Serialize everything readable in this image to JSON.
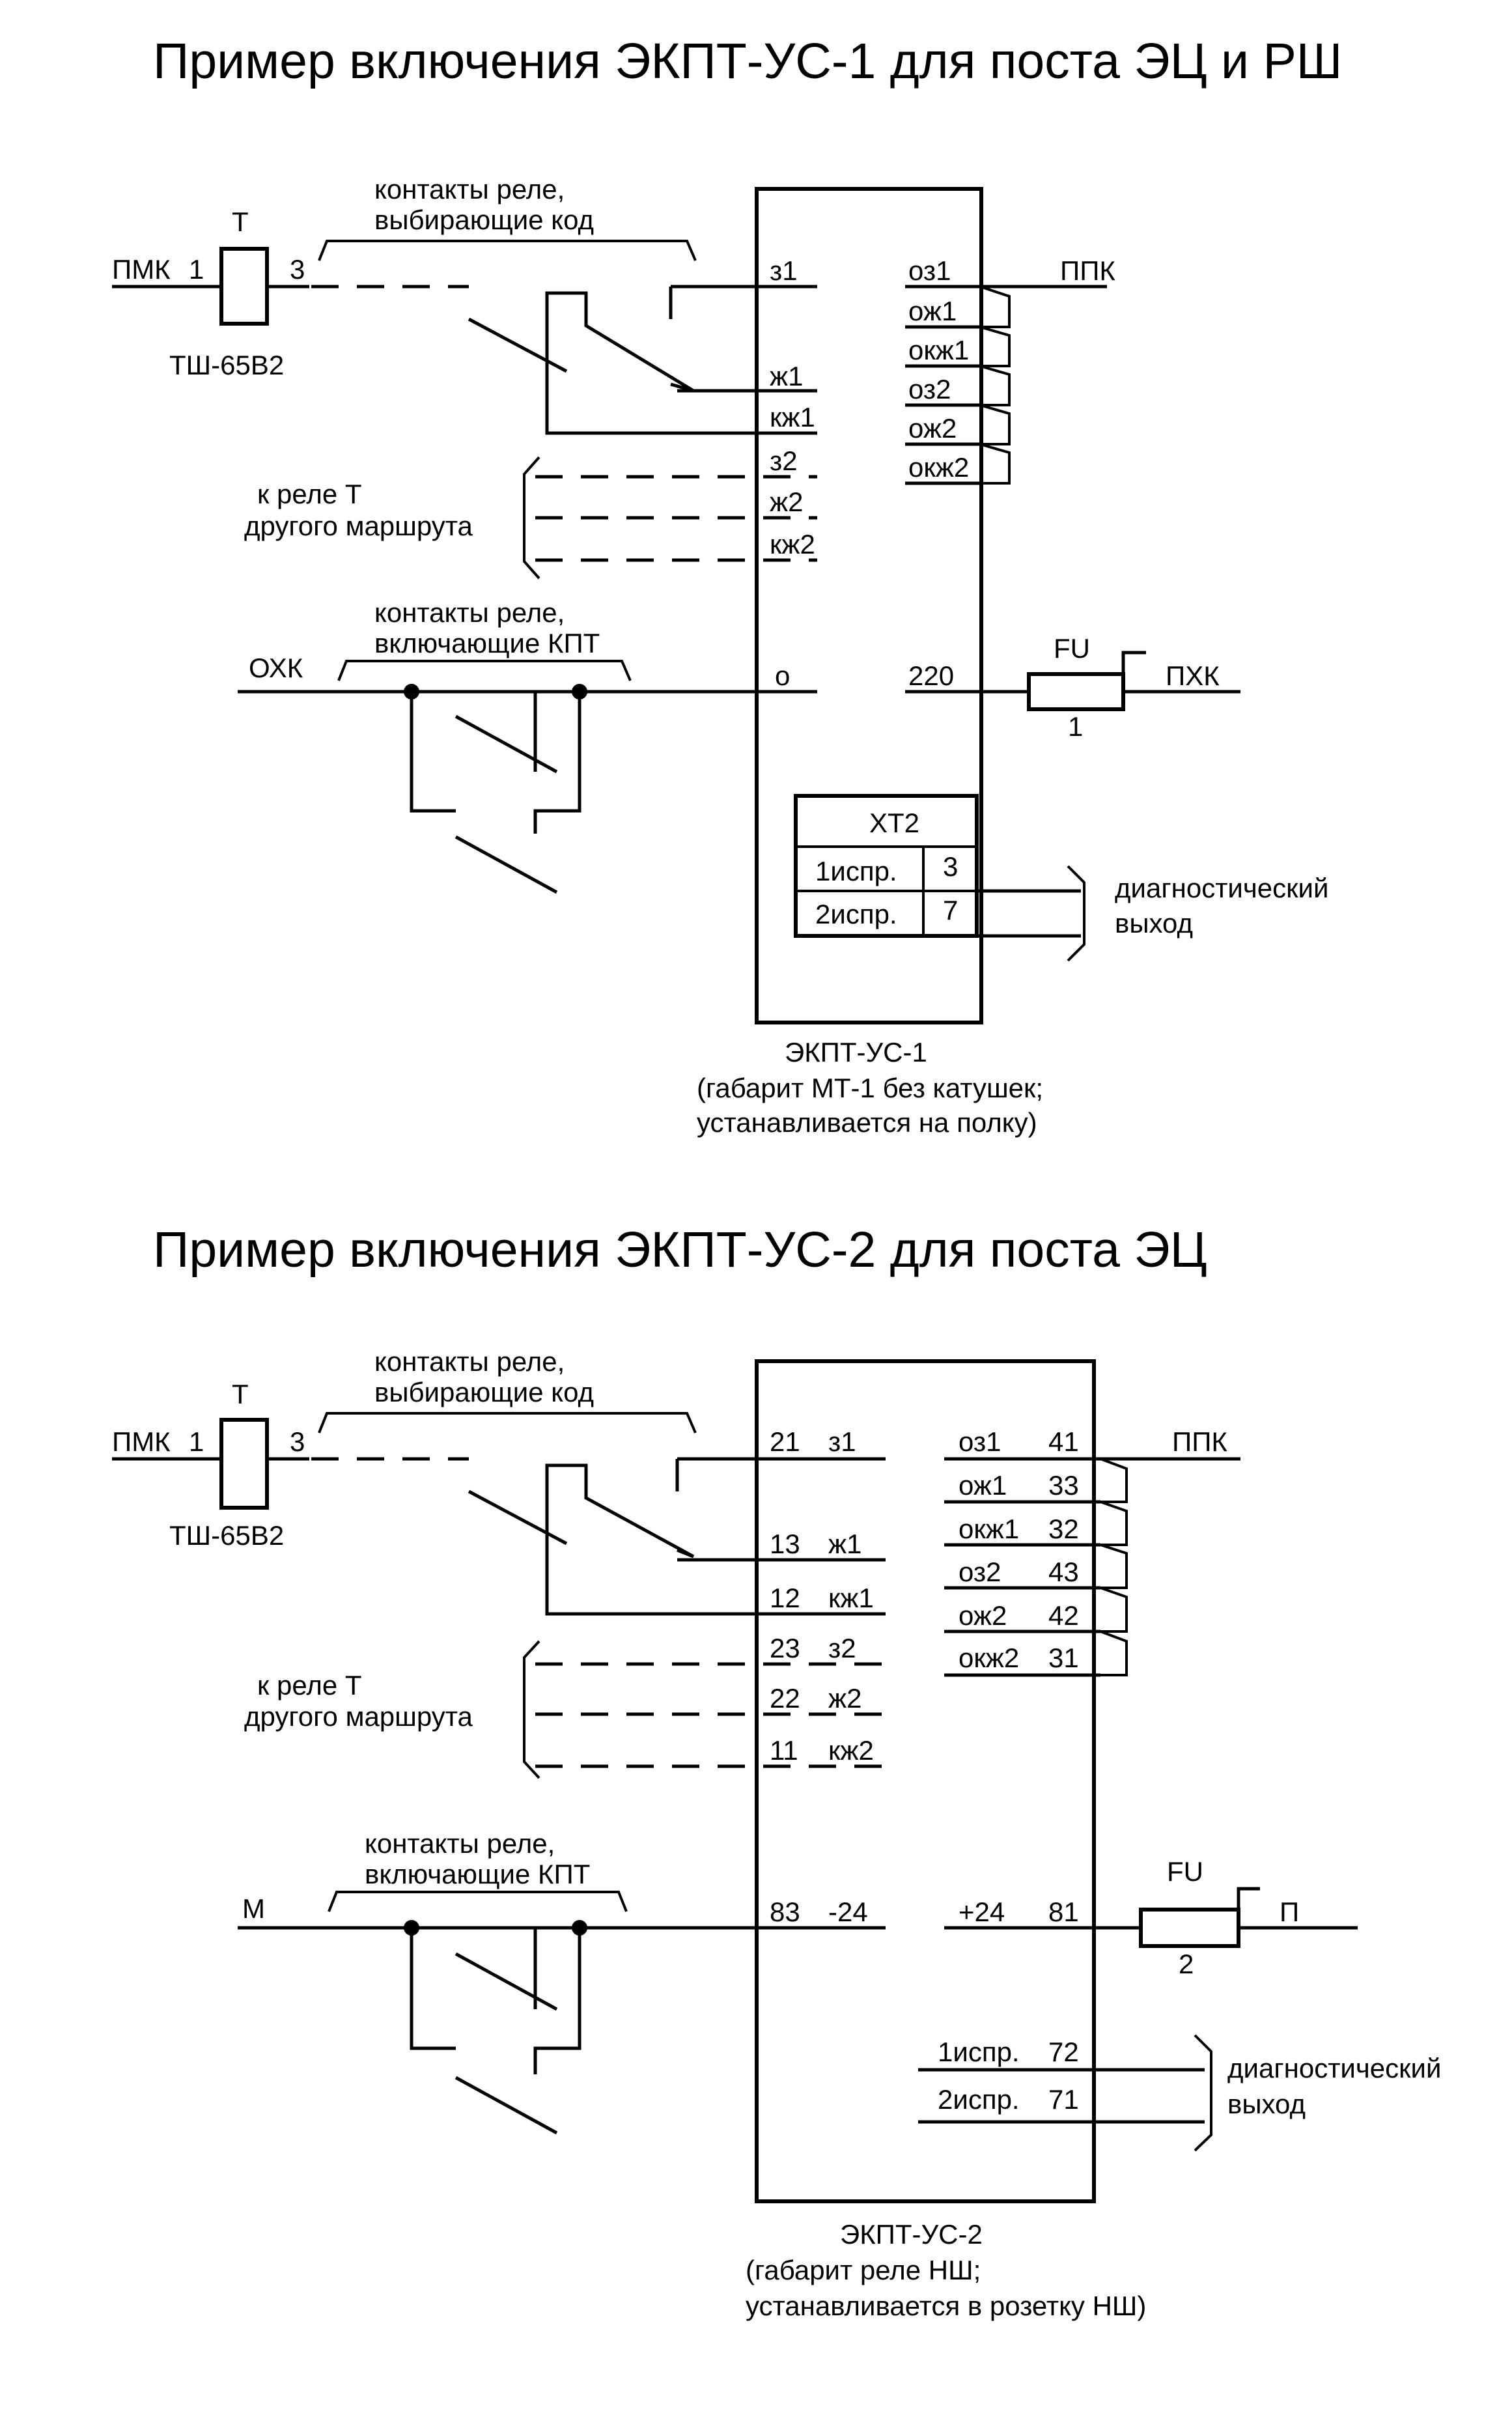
{
  "diagram1": {
    "title": "Пример включения ЭКПТ-УС-1 для поста ЭЦ и РШ",
    "relay_label": "Т",
    "relay_model": "ТШ-65В2",
    "pmk": "ПМК",
    "pin_1": "1",
    "pin_3": "3",
    "code_contacts_label": [
      "контакты реле,",
      "выбирающие код"
    ],
    "other_route_label": [
      "к реле Т",
      "другого маршрута"
    ],
    "kpt_contacts_label": [
      "контакты реле,",
      "включающие КПТ"
    ],
    "left_common": "ОХК",
    "left_pins": [
      "з1",
      "ж1",
      "кж1",
      "з2",
      "ж2",
      "кж2",
      "о"
    ],
    "right_pins": [
      "оз1",
      "ож1",
      "окж1",
      "оз2",
      "ож2",
      "окж2",
      "220"
    ],
    "right_out": "ППК",
    "fuse_label": "FU",
    "fuse_number": "1",
    "power_right": "ПХК",
    "connector": {
      "name": "ХТ2",
      "rows": [
        {
          "label": "1испр.",
          "pin": "3"
        },
        {
          "label": "2испр.",
          "pin": "7"
        }
      ]
    },
    "diag_label": [
      "диагностический",
      "выход"
    ],
    "device_caption": [
      "ЭКПТ-УС-1",
      "(габарит МТ-1 без катушек;",
      "устанавливается на полку)"
    ]
  },
  "diagram2": {
    "title": "Пример включения ЭКПТ-УС-2 для поста ЭЦ",
    "relay_label": "Т",
    "relay_model": "ТШ-65В2",
    "pmk": "ПМК",
    "pin_1": "1",
    "pin_3": "3",
    "code_contacts_label": [
      "контакты реле,",
      "выбирающие код"
    ],
    "other_route_label": [
      "к реле Т",
      "другого маршрута"
    ],
    "kpt_contacts_label": [
      "контакты реле,",
      "включающие КПТ"
    ],
    "left_common": "М",
    "left_pins": [
      {
        "num": "21",
        "name": "з1"
      },
      {
        "num": "13",
        "name": "ж1"
      },
      {
        "num": "12",
        "name": "кж1"
      },
      {
        "num": "23",
        "name": "з2"
      },
      {
        "num": "22",
        "name": "ж2"
      },
      {
        "num": "11",
        "name": "кж2"
      },
      {
        "num": "83",
        "name": "-24"
      }
    ],
    "right_pins": [
      {
        "name": "оз1",
        "num": "41"
      },
      {
        "name": "ож1",
        "num": "33"
      },
      {
        "name": "окж1",
        "num": "32"
      },
      {
        "name": "оз2",
        "num": "43"
      },
      {
        "name": "ож2",
        "num": "42"
      },
      {
        "name": "окж2",
        "num": "31"
      },
      {
        "name": "+24",
        "num": "81"
      }
    ],
    "right_out": "ППК",
    "fuse_label": "FU",
    "fuse_number": "2",
    "power_right": "П",
    "diag_pins": [
      {
        "label": "1испр.",
        "num": "72"
      },
      {
        "label": "2испр.",
        "num": "71"
      }
    ],
    "diag_label": [
      "диагностический",
      "выход"
    ],
    "device_caption": [
      "ЭКПТ-УС-2",
      "(габарит реле НШ;",
      "устанавливается в розетку НШ)"
    ]
  }
}
